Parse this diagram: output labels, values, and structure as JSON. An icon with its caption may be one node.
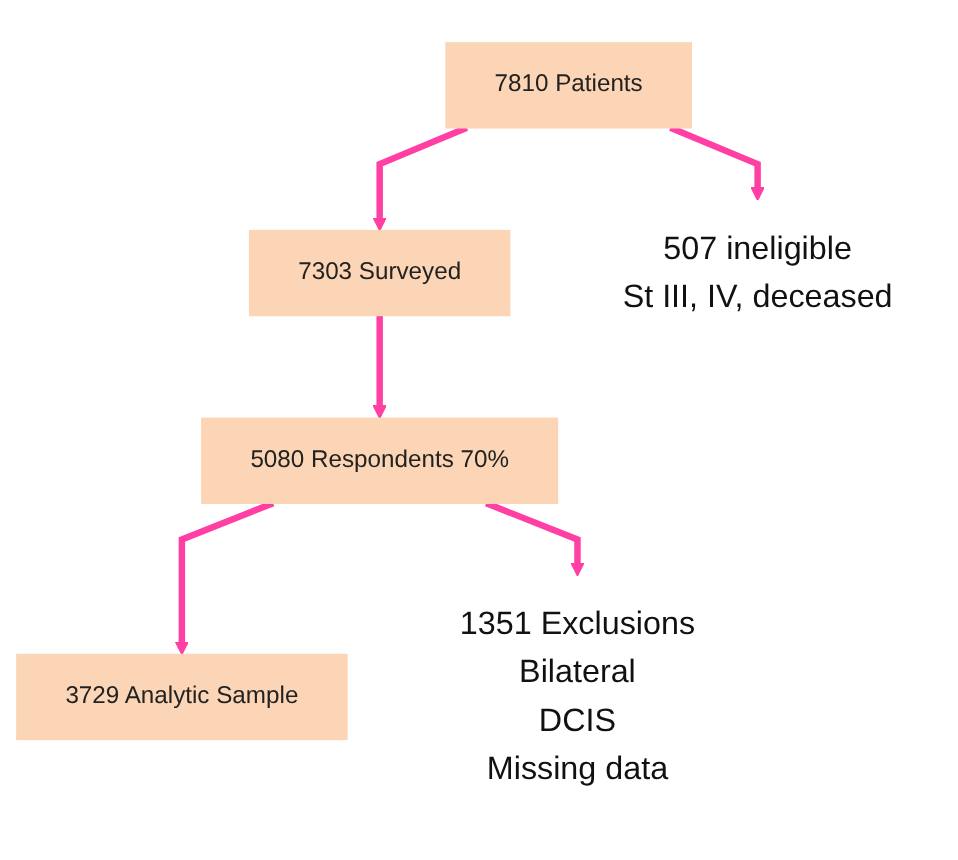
{
  "diagram": {
    "nodes": [
      {
        "text": [
          "7810 Patients"
        ]
      },
      {
        "text": [
          "7303 Surveyed"
        ]
      },
      {
        "text": [
          "5080 Respondents 70%"
        ]
      },
      {
        "text": [
          "3729 Analytic Sample"
        ]
      },
      {
        "text": [
          "507 ineligible",
          "St III, IV, deceased"
        ]
      },
      {
        "text": [
          "1351 Exclusions",
          "Bilateral",
          "DCIS",
          "Missing data"
        ]
      }
    ],
    "edges": [
      {
        "from": 0,
        "to": 1,
        "arrow": "to"
      },
      {
        "from": 0,
        "to": 4,
        "arrow": "to"
      },
      {
        "from": 1,
        "to": 2,
        "arrow": "to"
      },
      {
        "from": 2,
        "to": 3,
        "arrow": "to"
      },
      {
        "from": 2,
        "to": 5,
        "arrow": "to"
      }
    ]
  }
}
